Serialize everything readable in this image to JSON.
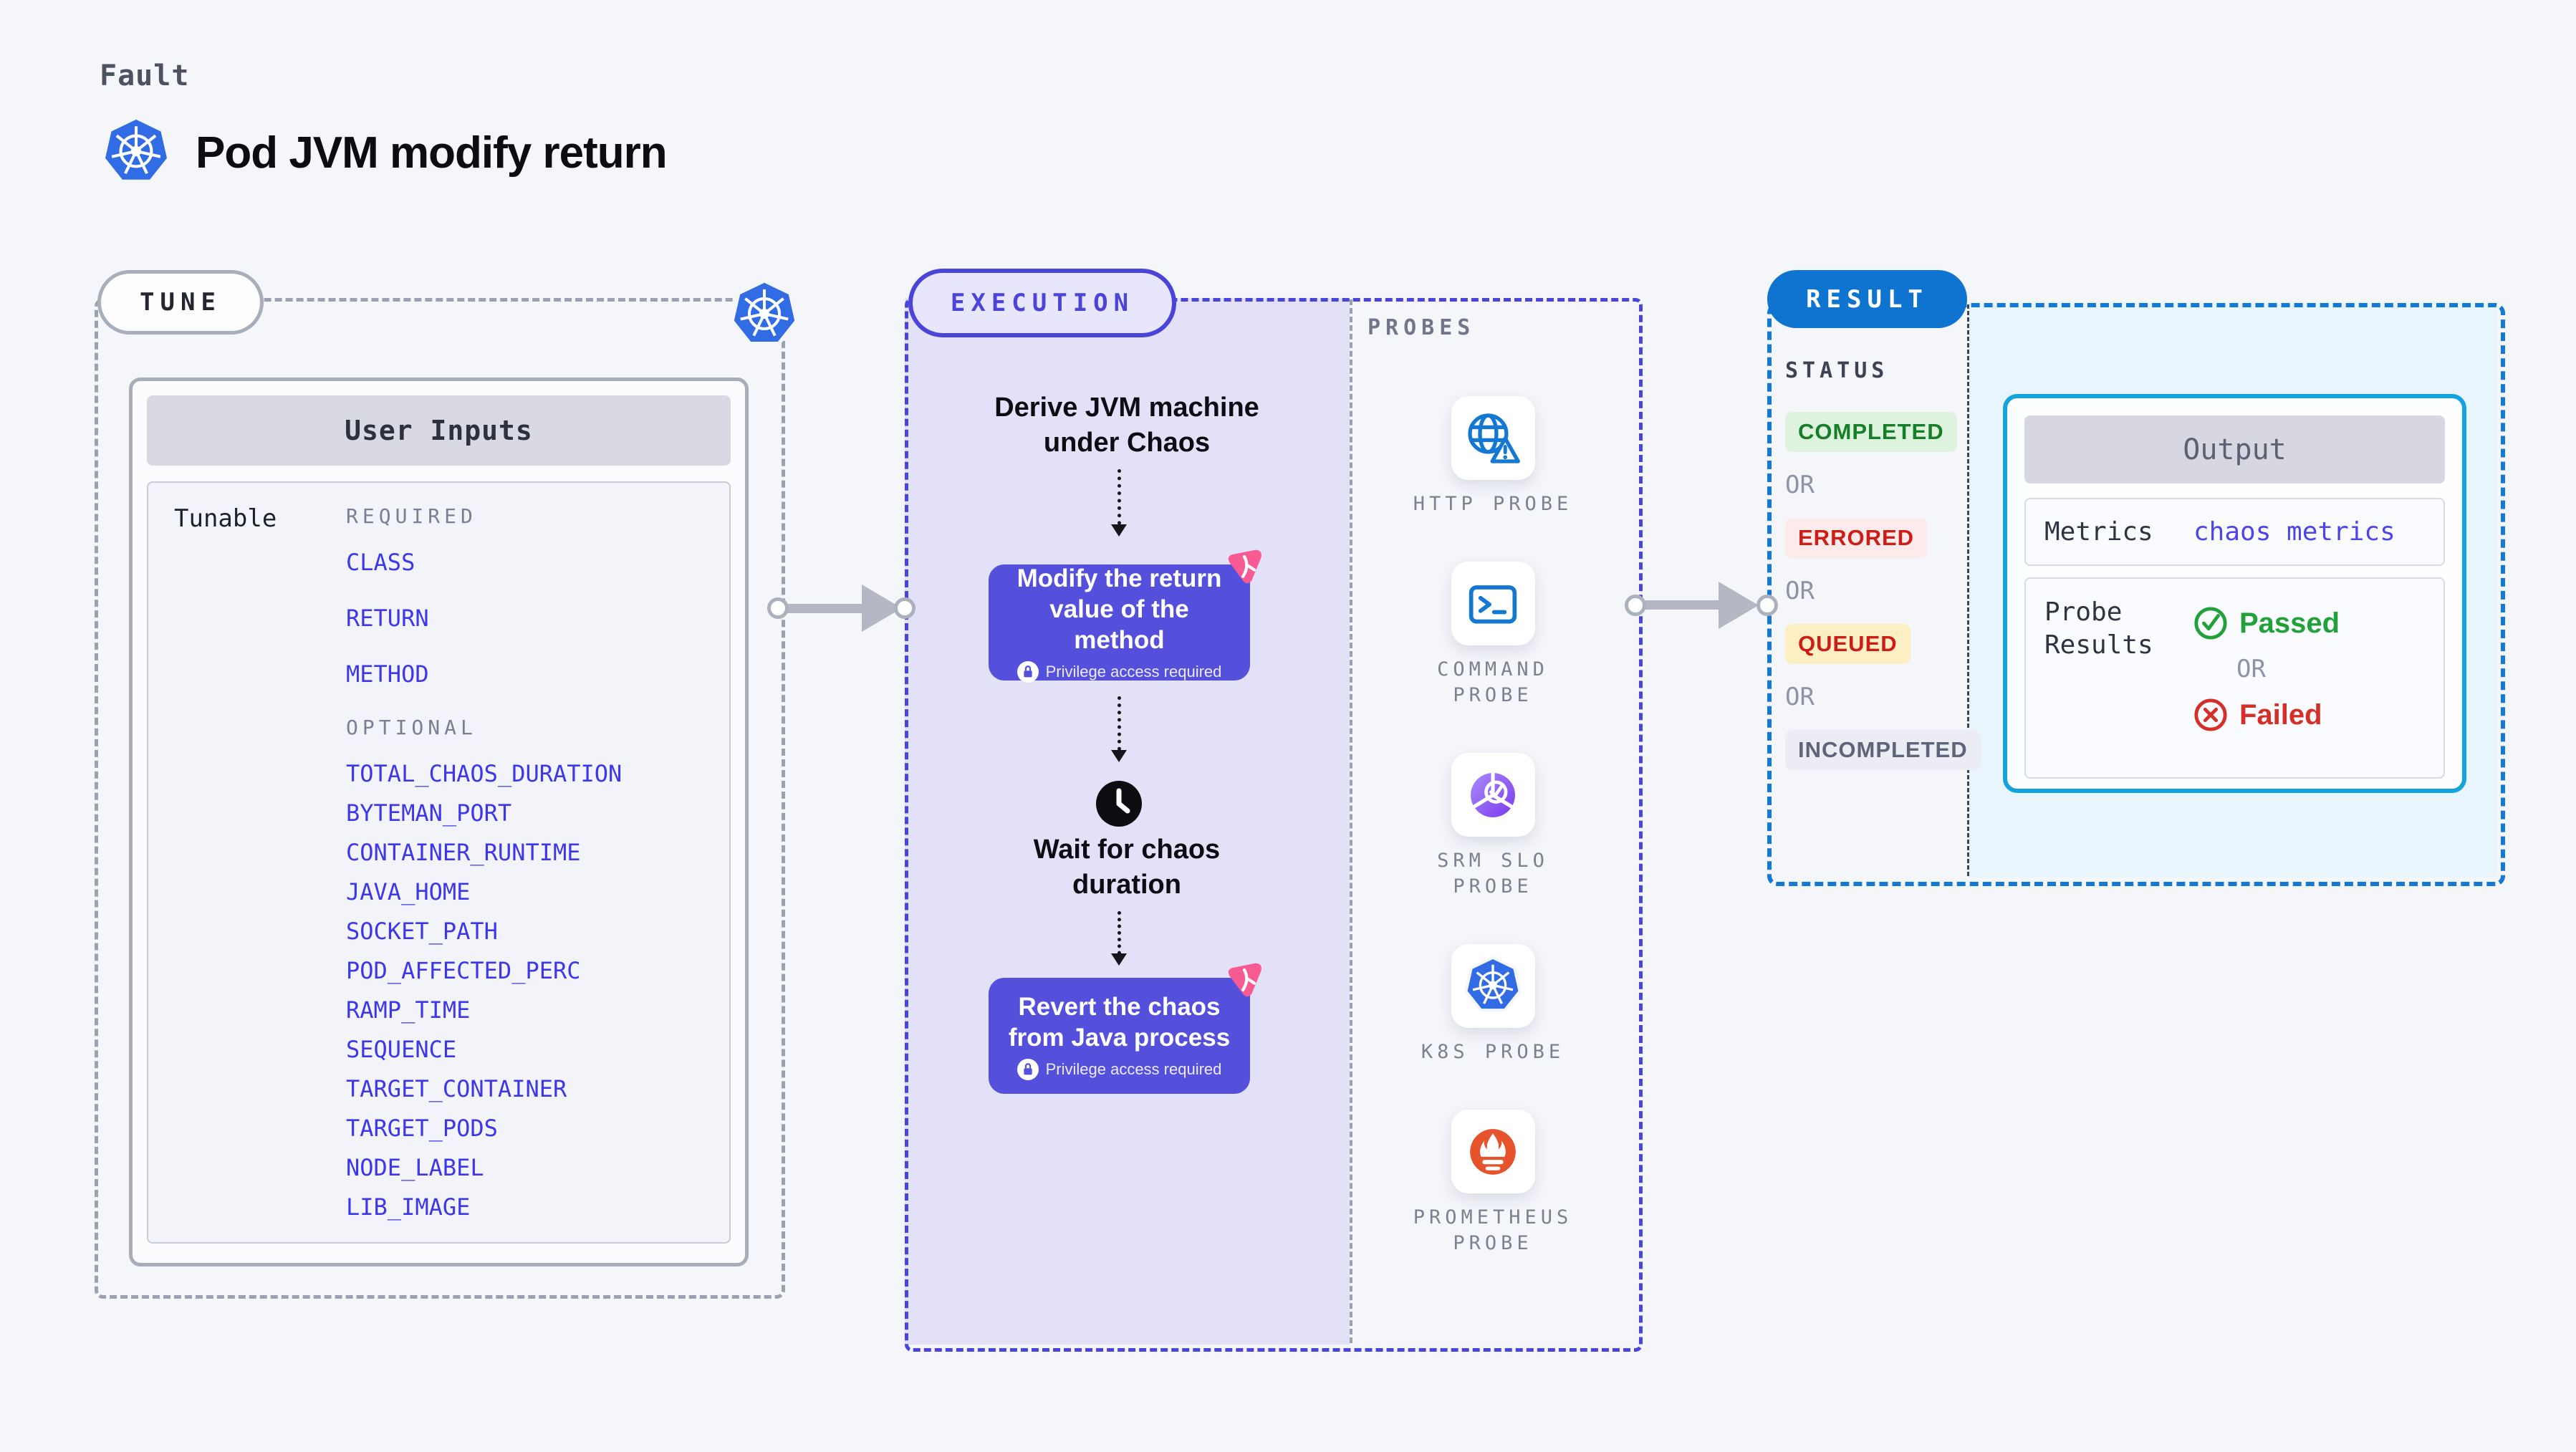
{
  "header": {
    "kicker": "Fault",
    "title": "Pod JVM modify return"
  },
  "tune": {
    "pill": "TUNE",
    "card_title": "User Inputs",
    "row_label": "Tunable",
    "required_label": "REQUIRED",
    "optional_label": "OPTIONAL",
    "required": [
      "CLASS",
      "RETURN",
      "METHOD"
    ],
    "optional": [
      "TOTAL_CHAOS_DURATION",
      "BYTEMAN_PORT",
      "CONTAINER_RUNTIME",
      "JAVA_HOME",
      "SOCKET_PATH",
      "POD_AFFECTED_PERC",
      "RAMP_TIME",
      "SEQUENCE",
      "TARGET_CONTAINER",
      "TARGET_PODS",
      "NODE_LABEL",
      "LIB_IMAGE"
    ]
  },
  "execution": {
    "pill": "EXECUTION",
    "steps": [
      {
        "label": "Derive JVM machine under Chaos"
      },
      {
        "label": "Modify the return value of the method",
        "badge": "Privilege access required"
      },
      {
        "label": "Wait for chaos duration"
      },
      {
        "label": "Revert the chaos from Java process",
        "badge": "Privilege access required"
      }
    ]
  },
  "probes": {
    "label": "PROBES",
    "items": [
      {
        "name": "HTTP PROBE",
        "icon": "globe-alert-icon"
      },
      {
        "name": "COMMAND PROBE",
        "icon": "terminal-icon"
      },
      {
        "name": "SRM SLO PROBE",
        "icon": "slo-check-icon"
      },
      {
        "name": "K8S PROBE",
        "icon": "kubernetes-icon"
      },
      {
        "name": "PROMETHEUS PROBE",
        "icon": "prometheus-icon"
      }
    ]
  },
  "result": {
    "pill": "RESULT",
    "status_label": "STATUS",
    "or_label": "OR",
    "statuses": [
      {
        "label": "COMPLETED",
        "fg": "#157f27",
        "bg": "#ddf3de"
      },
      {
        "label": "ERRORED",
        "fg": "#cc1d16",
        "bg": "#fcebea"
      },
      {
        "label": "QUEUED",
        "fg": "#cc1d16",
        "bg": "#fbefc3"
      },
      {
        "label": "INCOMPLETED",
        "fg": "#5e6579",
        "bg": "#ebecf4"
      }
    ],
    "output": {
      "title": "Output",
      "metrics_label": "Metrics",
      "metrics_value": "chaos metrics",
      "probe_results_label": "Probe Results",
      "passed": "Passed",
      "or_label": "OR",
      "failed": "Failed"
    }
  },
  "colors": {
    "kubernetes_blue": "#326ce5",
    "accent_indigo": "#4a44d9",
    "action_purple": "#5450dc",
    "litmus_pink": "#f85a92",
    "probe_icon_blue": "#1478d2",
    "result_blue": "#0f74d0",
    "output_border_cyan": "#14a3dd",
    "passed_green": "#22a13a",
    "failed_red": "#d42f28"
  }
}
